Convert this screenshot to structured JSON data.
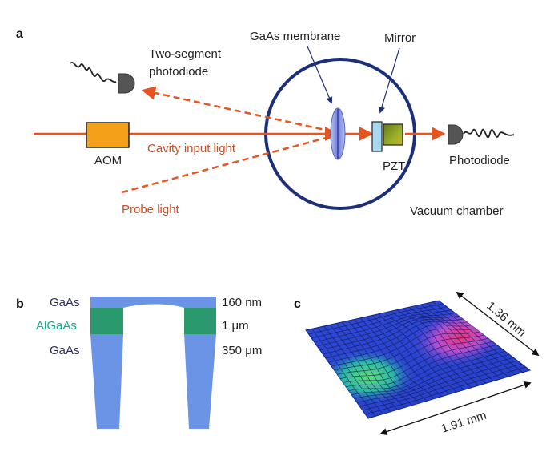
{
  "panel_a": {
    "panel_letter": "a",
    "labels": {
      "two_segment_photodiode_line1": "Two-segment",
      "two_segment_photodiode_line2": "photodiode",
      "gaas_membrane": "GaAs membrane",
      "mirror": "Mirror",
      "aom": "AOM",
      "cavity_input_light": "Cavity input light",
      "pzt": "PZT",
      "photodiode": "Photodiode",
      "probe_light": "Probe light",
      "vacuum_chamber": "Vacuum chamber"
    },
    "colors": {
      "beam": "#e8541e",
      "chamber": "#1c2f7a",
      "aom_fill": "#f5a019",
      "pzt_fill": "#7a9a22",
      "mirror_fill": "#a9d8f2"
    }
  },
  "panel_b": {
    "panel_letter": "b",
    "layers": [
      {
        "material": "GaAs",
        "thickness": "160 nm"
      },
      {
        "material": "AlGaAs",
        "thickness": "1 μm"
      },
      {
        "material": "GaAs",
        "thickness": "350 μm"
      }
    ],
    "colors": {
      "gaas": "#6b93e6",
      "algaas": "#2a9a6e",
      "algaas_text": "#1aa88a"
    }
  },
  "panel_c": {
    "panel_letter": "c",
    "dimension_width": "1.91 mm",
    "dimension_depth": "1.36 mm"
  }
}
